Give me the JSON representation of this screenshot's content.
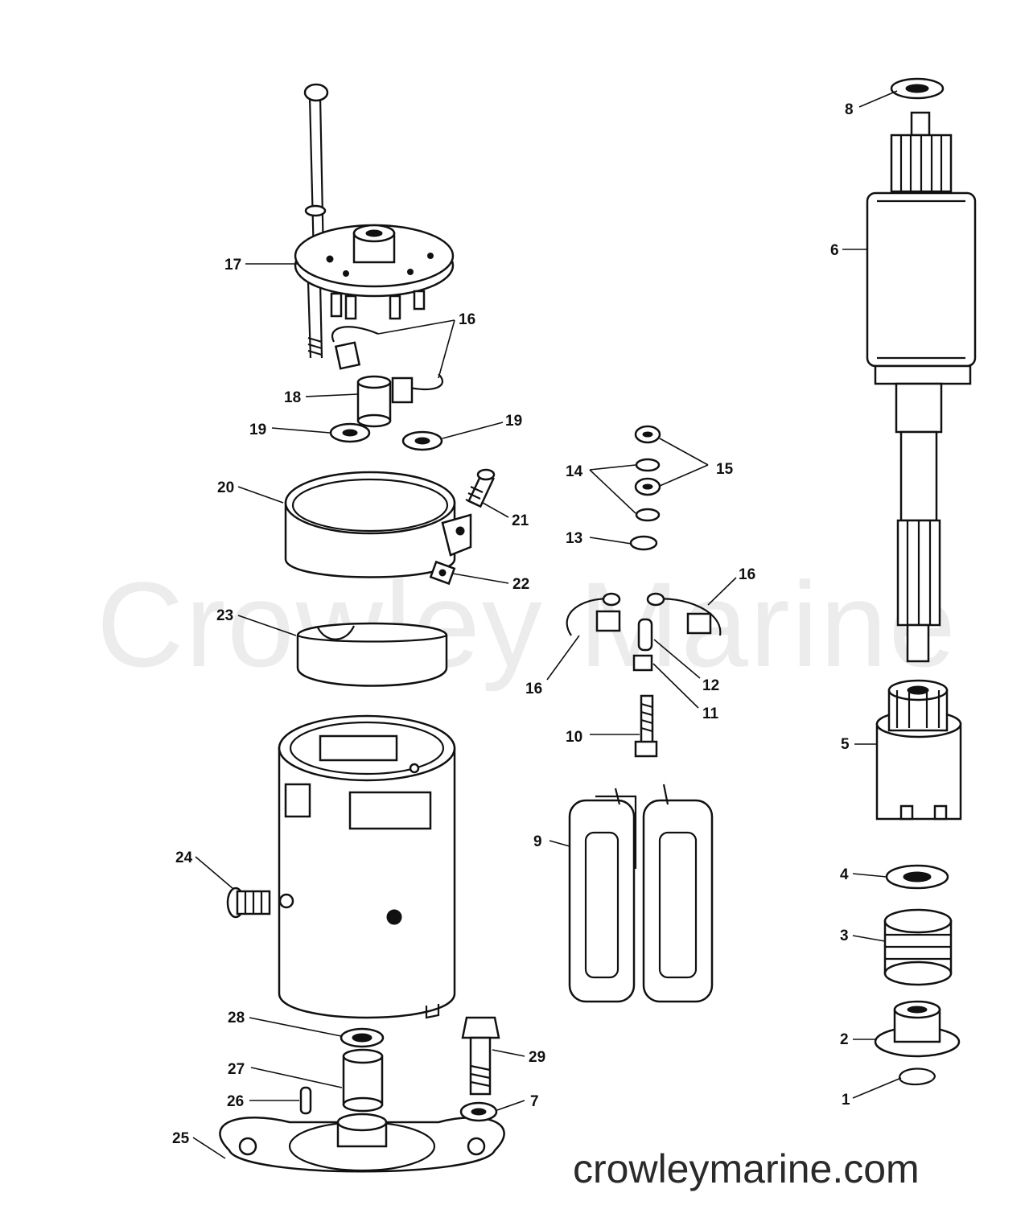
{
  "watermark": "Crowley Marine",
  "site_url": "crowleymarine.com",
  "callouts": [
    "1",
    "2",
    "3",
    "4",
    "5",
    "6",
    "7",
    "8",
    "9",
    "10",
    "11",
    "12",
    "13",
    "14",
    "15",
    "16",
    "17",
    "18",
    "19",
    "20",
    "21",
    "22",
    "23",
    "24",
    "25",
    "26",
    "27",
    "28",
    "29"
  ],
  "colors": {
    "ink": "#111111",
    "background": "#ffffff",
    "watermark": "#ececec"
  }
}
